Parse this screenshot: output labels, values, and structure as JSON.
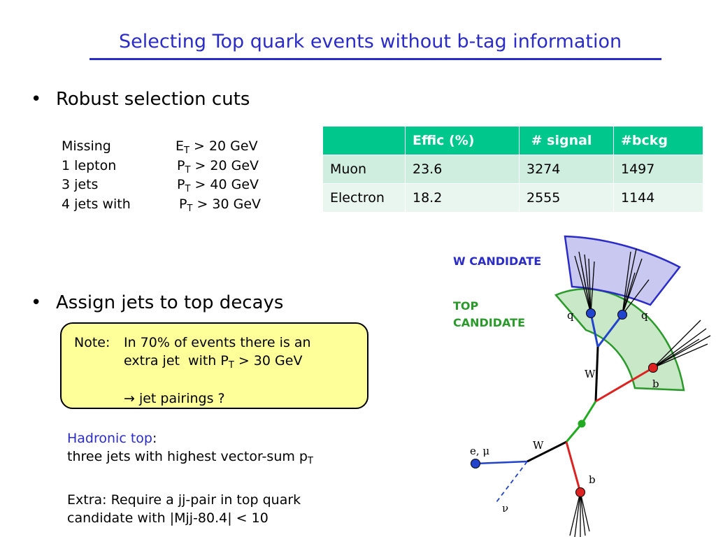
{
  "title": "Selecting Top quark events without b-tag information",
  "bullets": {
    "robust": "Robust selection cuts",
    "assign": "Assign jets to top decays",
    "dot": "•"
  },
  "cuts": [
    {
      "name": "Missing",
      "var": "E",
      "sub": "T",
      "rest": " > 20 GeV"
    },
    {
      "name": "1 lepton",
      "var": "P",
      "sub": "T",
      "rest": " > 20 GeV"
    },
    {
      "name": "3 jets",
      "var": "P",
      "sub": "T",
      "rest": " > 40 GeV"
    },
    {
      "name": "4 jets with",
      "var": "P",
      "sub": "T",
      "rest": " > 30 GeV"
    }
  ],
  "table": {
    "headers": [
      "",
      "Effic (%)",
      " # signal",
      "#bckg"
    ],
    "rows": [
      [
        "Muon",
        "23.6",
        "3274",
        "1497"
      ],
      [
        "Electron",
        "18.2",
        "2555",
        "1144"
      ]
    ]
  },
  "note": {
    "label": "Note:",
    "line1": "In 70% of events there is an",
    "line2_pre": "extra jet  with P",
    "line2_sub": "T",
    "line2_post": " > 30 GeV",
    "line3": "→ jet pairings ?"
  },
  "hadronic": {
    "label": "Hadronic top",
    "colon": ":",
    "line_pre": "three jets with highest vector-sum p",
    "line_sub": "T"
  },
  "extra": {
    "line1": "Extra: Require a jj-pair in top quark",
    "line2": "candidate with |Mjj-80.4| < 10"
  },
  "diagram": {
    "w_candidate": "W CANDIDATE",
    "top_line1": "TOP",
    "top_line2": "CANDIDATE",
    "labels": {
      "q1": "q",
      "q2": "q",
      "w_upper": "W",
      "b_upper": "b",
      "w_lower": "W",
      "lepton": "e, μ",
      "b_lower": "b",
      "nu": "ν"
    },
    "colors": {
      "w_fill": "#c8c8f0",
      "w_stroke": "#2b2bc8",
      "top_fill": "#c8e8c8",
      "top_stroke": "#2a9a2a",
      "red": "#dd2222",
      "blue": "#2244cc",
      "green": "#22aa22"
    }
  }
}
